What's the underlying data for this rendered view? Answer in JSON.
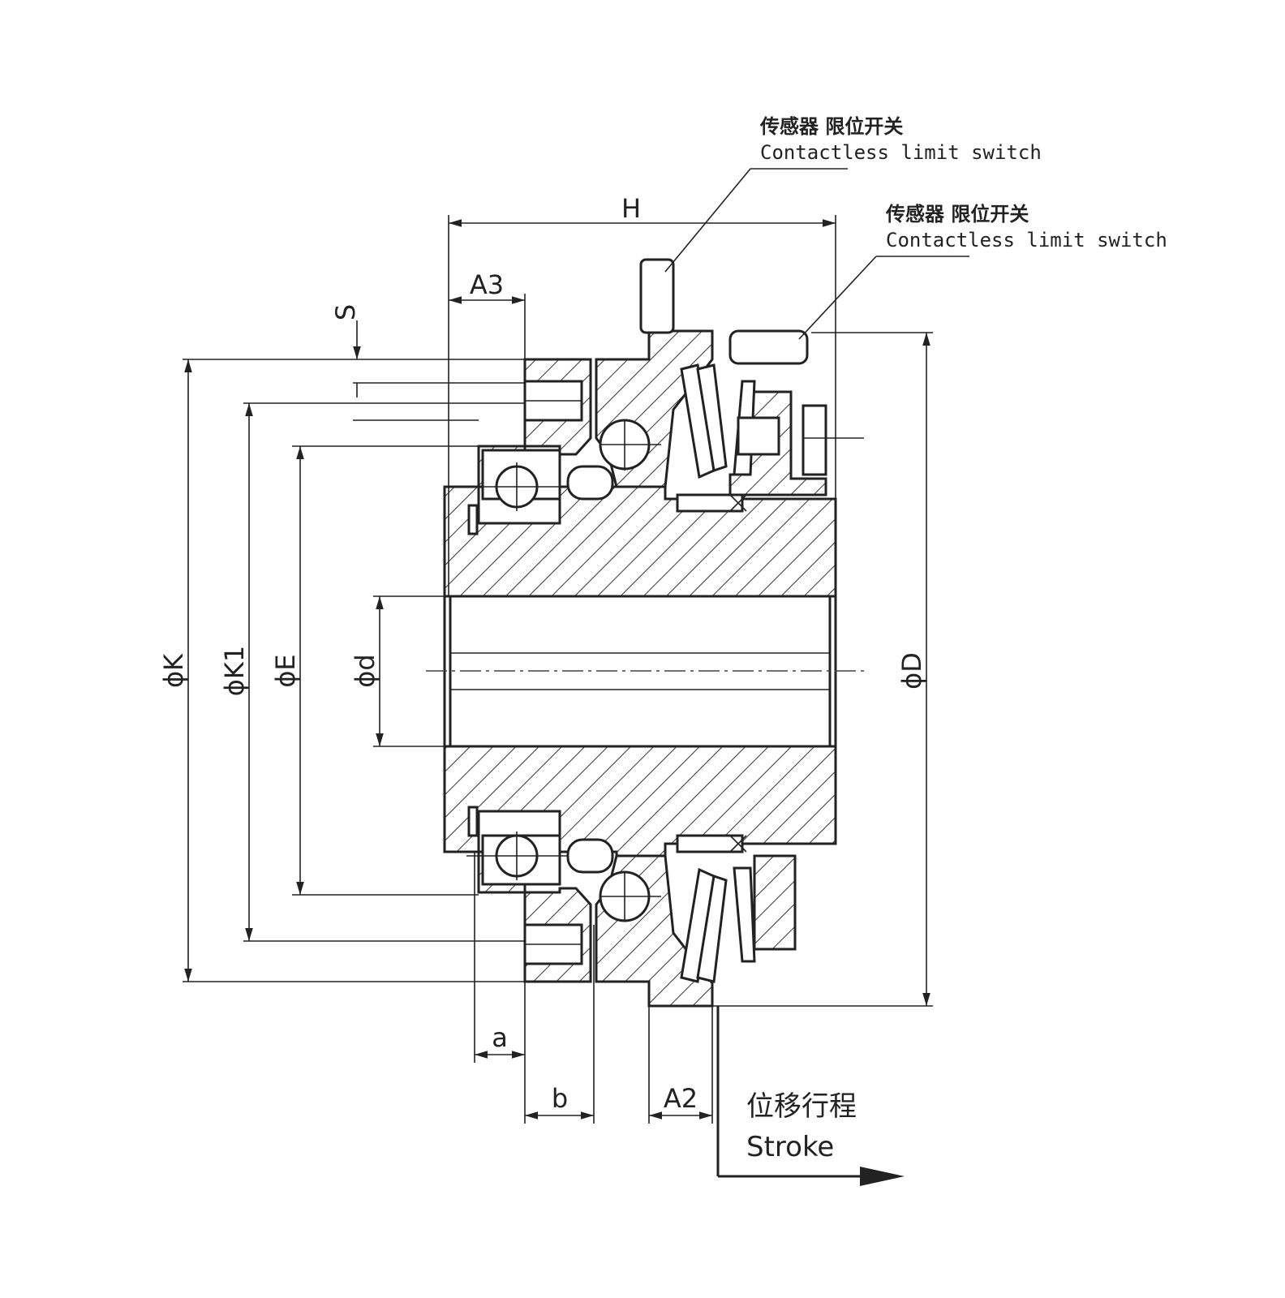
{
  "dimensions": {
    "H": "H",
    "A3": "A3",
    "S": "S",
    "K": "ϕK",
    "K1": "ϕK1",
    "E": "ϕE",
    "d": "ϕd",
    "D": "ϕD",
    "a": "a",
    "b": "b",
    "A2": "A2"
  },
  "callouts": [
    {
      "cn": "传感器 限位开关",
      "en": "Contactless limit switch"
    },
    {
      "cn": "传感器 限位开关",
      "en": "Contactless limit switch"
    }
  ],
  "stroke": {
    "cn": "位移行程",
    "en": "Stroke"
  }
}
